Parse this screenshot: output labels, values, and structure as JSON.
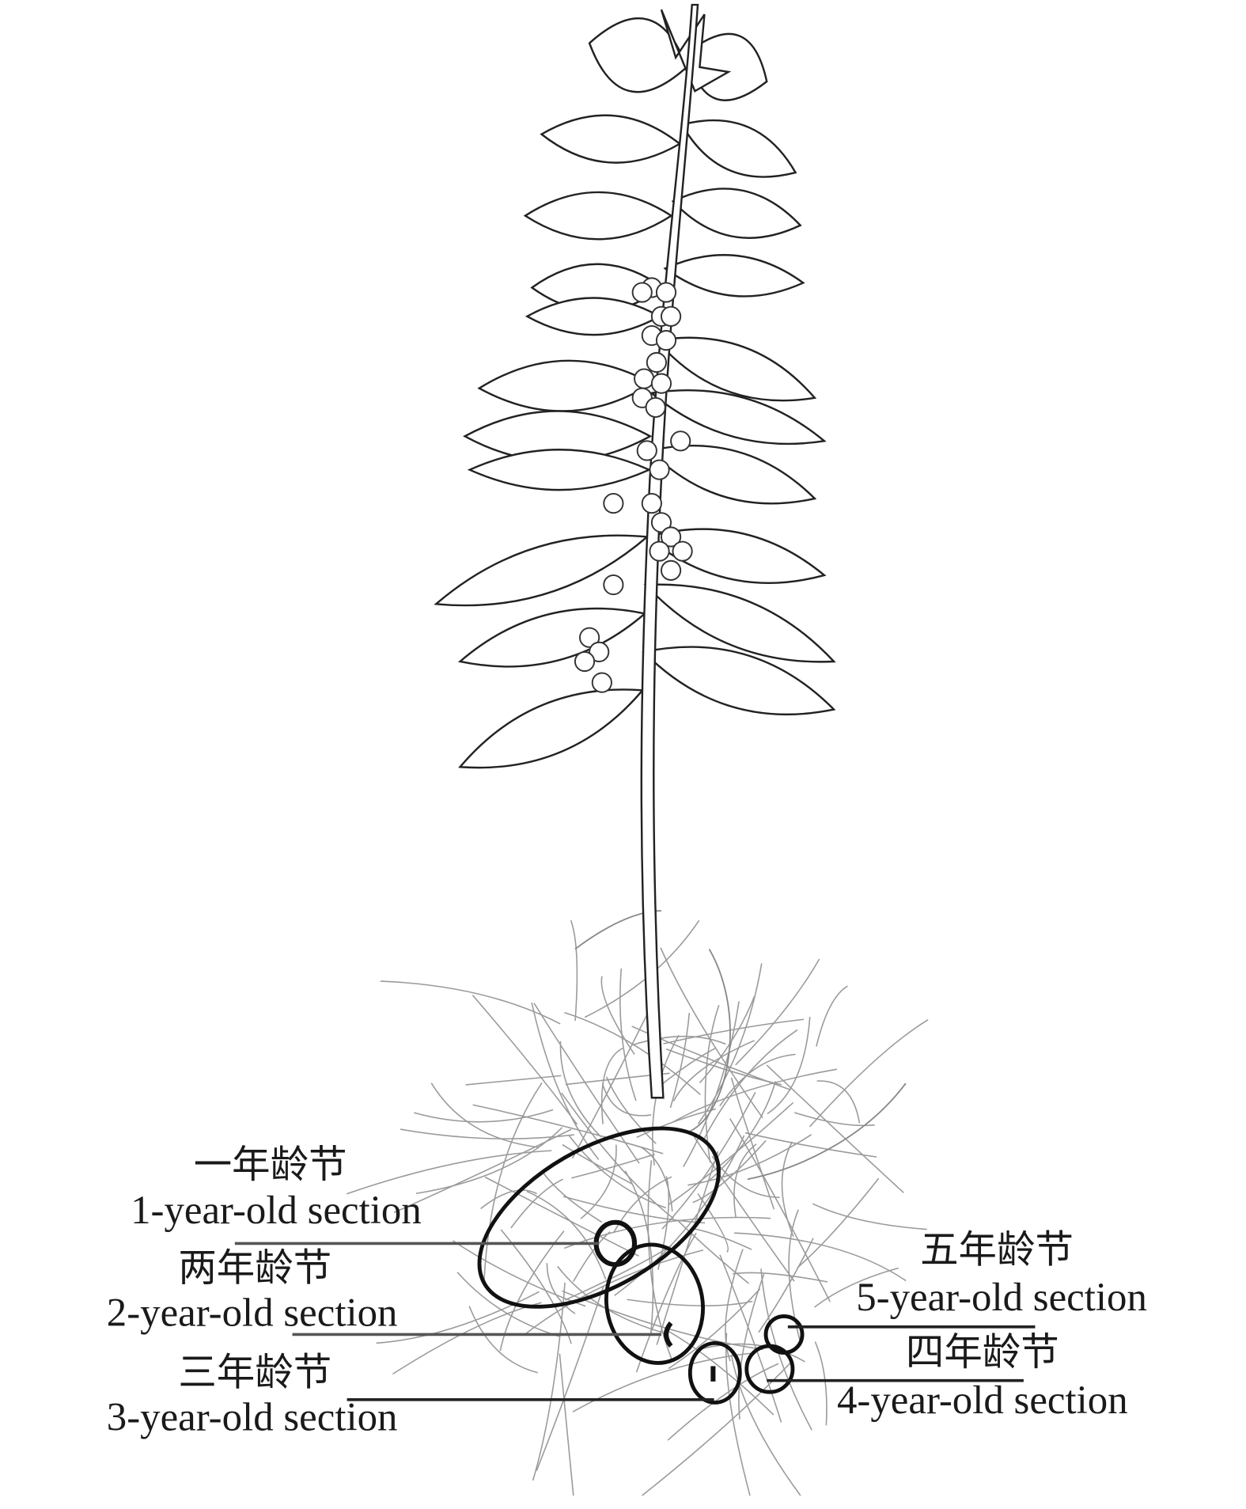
{
  "labels": [
    {
      "id": "1",
      "zh": "一年龄节",
      "en": "1-year-old section"
    },
    {
      "id": "2",
      "zh": "两年龄节",
      "en": "2-year-old section"
    },
    {
      "id": "3",
      "zh": "三年龄节",
      "en": "3-year-old section"
    },
    {
      "id": "4",
      "zh": "四年龄节",
      "en": "4-year-old section"
    },
    {
      "id": "5",
      "zh": "五年龄节",
      "en": "5-year-old section"
    }
  ],
  "colors": {
    "ink": "#1a1a1a",
    "root": "#9a9a9a",
    "background": "#ffffff"
  }
}
